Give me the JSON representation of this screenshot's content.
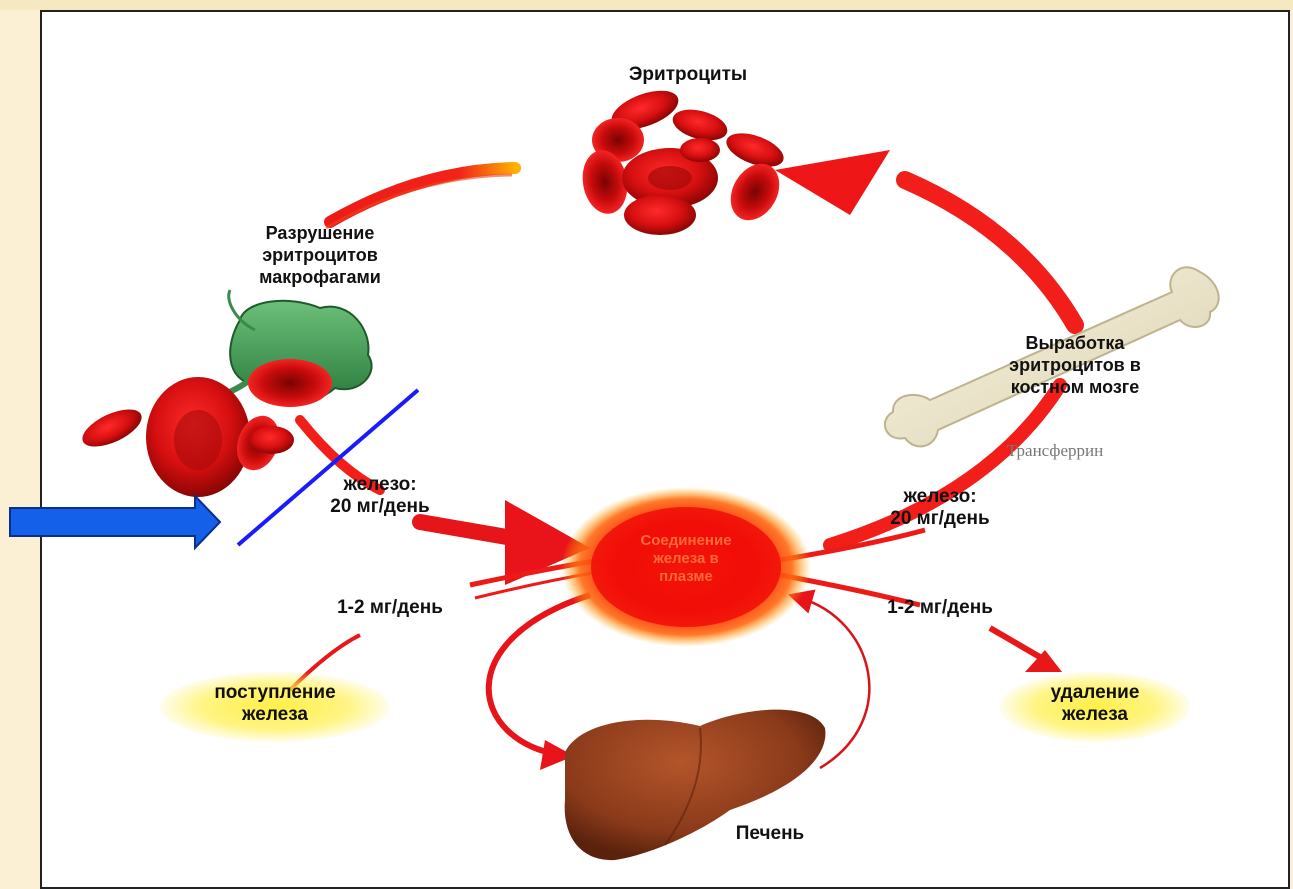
{
  "diagram": {
    "labels": {
      "erythrocytes": "Эритроциты",
      "destruction": [
        "Разрушение",
        "эритроцитов",
        "макрофагами"
      ],
      "production": [
        "Выработка",
        "эритроцитов в",
        "костном мозге"
      ],
      "transferrin": "Трансферрин",
      "iron_left": [
        "железо:",
        "20 мг/день"
      ],
      "iron_right": [
        "железо:",
        "20 мг/день"
      ],
      "center": [
        "Соединение",
        "железа в",
        "плазме"
      ],
      "dose_left": "1-2 мг/день",
      "dose_right": "1-2 мг/день",
      "intake": [
        "поступление",
        "железа"
      ],
      "removal": [
        "удаление",
        "железа"
      ],
      "liver": "Печень"
    },
    "icons": [
      "erythrocytes-icon",
      "macrophage-icon",
      "bone-icon",
      "liver-icon",
      "blue-arrow-icon"
    ],
    "colors": {
      "flow_red": "#e8141a",
      "cell_red": "#d10d10",
      "highlight_yellow": "#fff04a",
      "arrow_blue": "#1560e8",
      "strike_blue": "#1a1aff",
      "liver_brown": "#8a3a1a",
      "macrophage_green": "#3f9a55",
      "bone": "#f2ecd2"
    }
  }
}
